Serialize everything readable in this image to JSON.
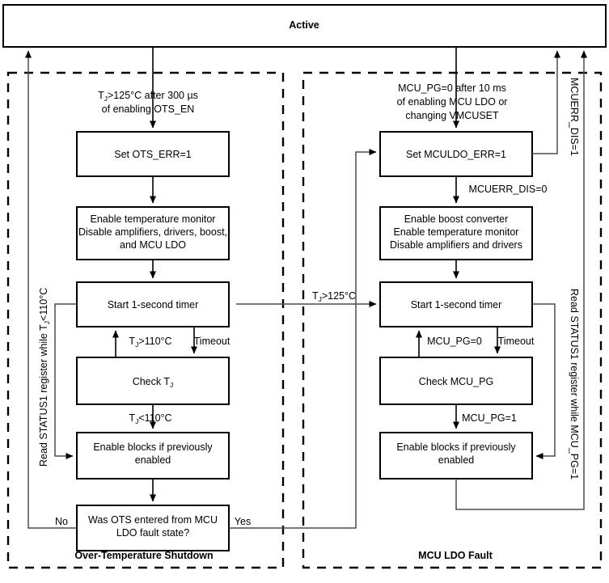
{
  "diagram": {
    "type": "state-flowchart",
    "title_top": "Active",
    "regions": [
      {
        "id": "ots",
        "label": "Over-Temperature Shutdown"
      },
      {
        "id": "mculdo",
        "label": "MCU LDO Fault"
      }
    ],
    "left_branch": {
      "entry_label_line1_pre": "T",
      "entry_label_line1_sub": "J",
      "entry_label_line1_post": ">125°C after 300 µs",
      "entry_label_line2": "of enabling OTS_EN",
      "boxes": [
        {
          "id": "set-ots-err",
          "lines": [
            "Set OTS_ERR=1"
          ]
        },
        {
          "id": "enable-temp-monitor",
          "lines": [
            "Enable temperature monitor",
            "Disable amplifiers, drivers, boost,",
            "and MCU LDO"
          ]
        },
        {
          "id": "start-timer-left",
          "lines": [
            "Start 1-second timer"
          ]
        },
        {
          "id": "check-tj",
          "lines": [
            "Check T"
          ],
          "sub": "J"
        },
        {
          "id": "enable-blocks-left",
          "lines": [
            "Enable blocks if previously",
            "enabled"
          ]
        },
        {
          "id": "was-ots-entered",
          "lines": [
            "Was OTS entered from MCU",
            "LDO fault state?"
          ]
        }
      ],
      "edges": {
        "tj_above_110_pre": "T",
        "tj_above_110_sub": "J",
        "tj_above_110_post": ">110°C",
        "timeout": "Timeout",
        "tj_below_110_pre": "T",
        "tj_below_110_sub": "J",
        "tj_below_110_post": "<110°C",
        "no": "No",
        "yes": "Yes"
      },
      "side_label_pre": "Read STATUS1 register while T",
      "side_label_sub": "J",
      "side_label_post": "<110°C"
    },
    "right_branch": {
      "entry_label_line1": "MCU_PG=0 after 10 ms",
      "entry_label_line2": "of enabling MCU LDO or",
      "entry_label_line3": "changing VMCUSET",
      "boxes": [
        {
          "id": "set-mculdo-err",
          "lines": [
            "Set MCULDO_ERR=1"
          ]
        },
        {
          "id": "enable-boost",
          "lines": [
            "Enable boost converter",
            "Enable temperature monitor",
            "Disable amplifiers and drivers"
          ]
        },
        {
          "id": "start-timer-right",
          "lines": [
            "Start 1-second timer"
          ]
        },
        {
          "id": "check-mcu-pg",
          "lines": [
            "Check MCU_PG"
          ]
        },
        {
          "id": "enable-blocks-right",
          "lines": [
            "Enable blocks if previously",
            "enabled"
          ]
        }
      ],
      "edges": {
        "mcuerr_dis_0": "MCUERR_DIS=0",
        "mcu_pg_0": "MCU_PG=0",
        "timeout": "Timeout",
        "mcu_pg_1": "MCU_PG=1"
      },
      "vertical_label_err_dis": "MCUERR_DIS=1",
      "side_label": "Read STATUS1 register while MCU_PG=1"
    },
    "cross_edges": {
      "tj_above_125_pre": "T",
      "tj_above_125_sub": "J",
      "tj_above_125_post": ">125°C"
    },
    "colors": {
      "stroke": "#000000",
      "connector": "#4d4d4d",
      "background": "#ffffff"
    }
  }
}
